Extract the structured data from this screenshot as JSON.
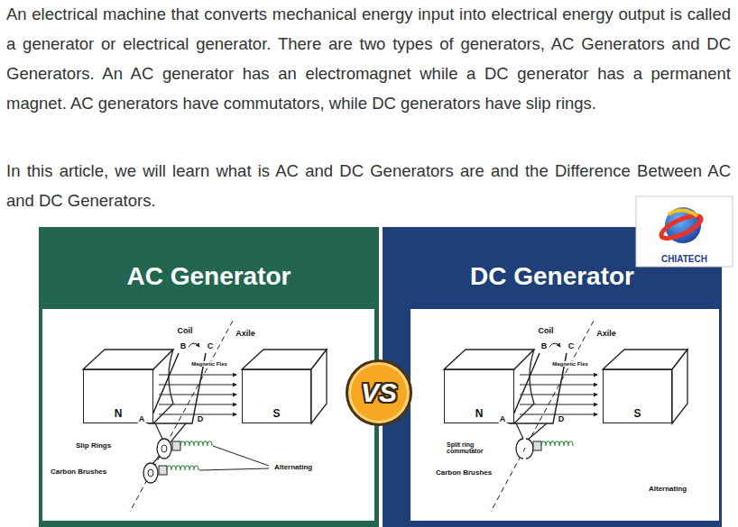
{
  "diagram": {
    "nodes": [
      {
        "text": [
          "AC Generator"
        ]
      },
      {
        "text": [
          "N"
        ],
        "in": 0
      },
      {
        "text": [
          "S"
        ],
        "in": 0
      },
      {
        "text": [
          "DC Generator"
        ]
      },
      {
        "text": [
          "N"
        ],
        "in": 3
      },
      {
        "text": [
          "S"
        ],
        "in": 3
      },
      {
        "text": [
          "VS"
        ]
      },
      {
        "text": [
          "CHIATECH"
        ]
      }
    ],
    "labels": [
      "An electrical machine that converts mechanical energy input into electrical energy output is called a generator or electrical generator. There are two types of generators, AC Generators and DC Generators. An AC generator has an electromagnet while a DC generator has a permanent magnet. AC generators have commutators, while DC generators have slip rings.",
      "In this article, we will learn what is AC and DC Generators are and the Difference Between AC and DC Generators.",
      "Coil",
      "Axile",
      "B",
      "C",
      "Magnetic Flex",
      "A",
      "D",
      "Slip Rings",
      "Carbon Brushes",
      "Alternating",
      "Coil",
      "Axile",
      "B",
      "C",
      "Magnetic Flex",
      "A",
      "D",
      "Split ring commutator",
      "Carbon Brushes",
      "Alternating"
    ]
  }
}
